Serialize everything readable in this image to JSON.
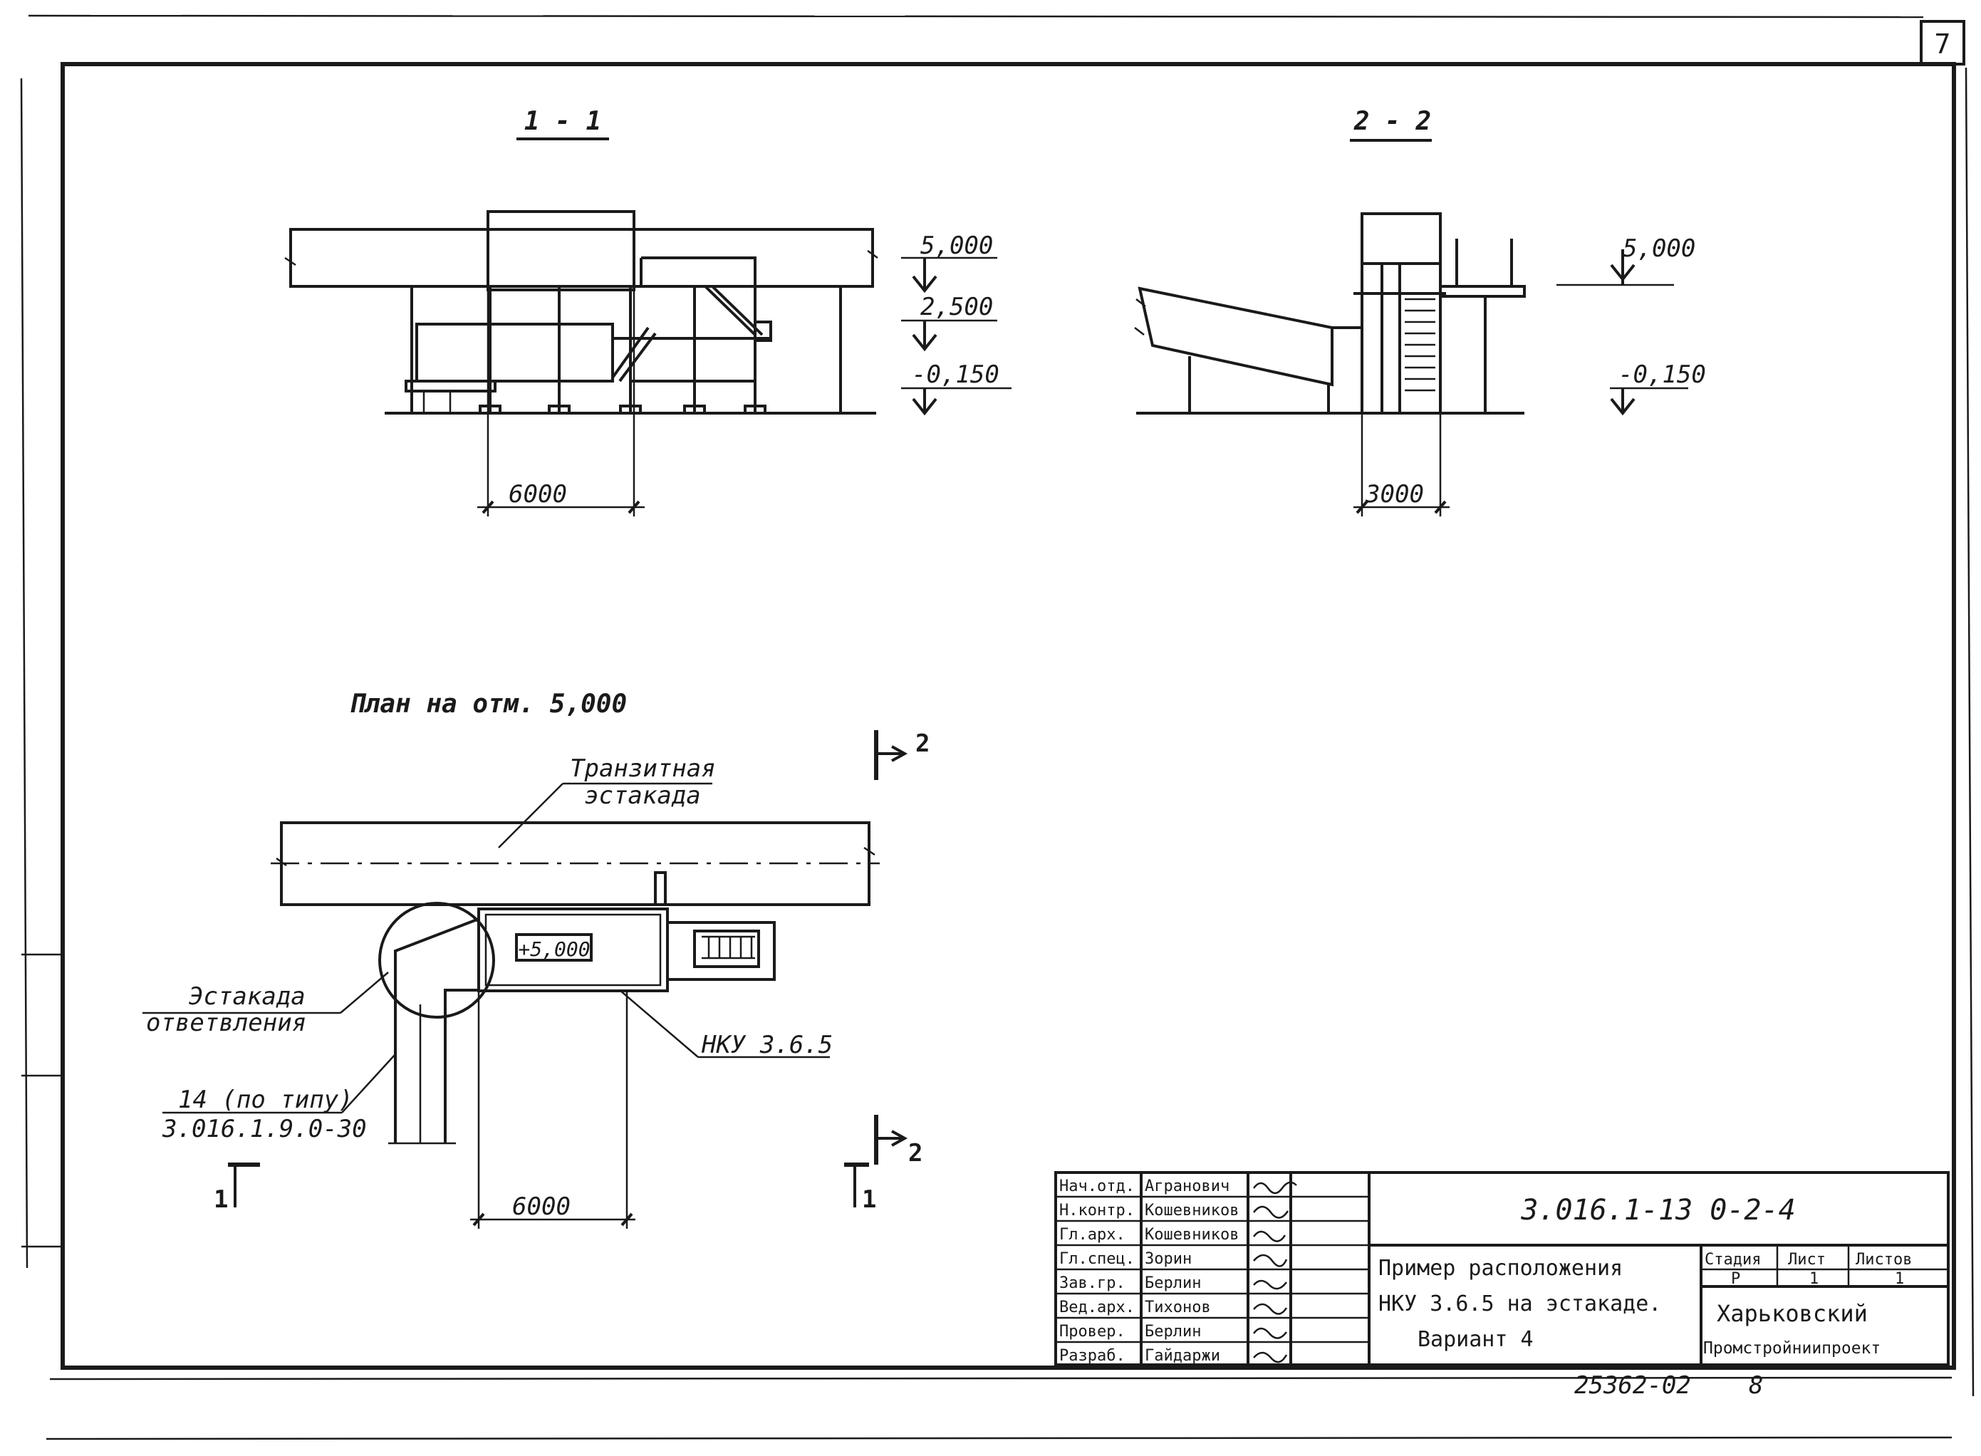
{
  "sheet": {
    "page_corner_number": "7",
    "footer_number": "25362-02",
    "footer_page": "8"
  },
  "section_1": {
    "title": "1 - 1",
    "elev_top": "5,000",
    "elev_mid": "2,500",
    "elev_bottom": "-0,150",
    "dim": "6000",
    "cut_mark": "1"
  },
  "section_2": {
    "title": "2 - 2",
    "elev_top": "5,000",
    "elev_bottom": "-0,150",
    "dim": "3000",
    "cut_mark": "2"
  },
  "plan": {
    "title": "План на отм. 5,000",
    "transit_label_1": "Транзитная",
    "transit_label_2": "эстакада",
    "branch_label_1": "Эстакада",
    "branch_label_2": "ответвления",
    "unit_label": "НКУ 3.6.5",
    "ref_label_1": "14 (по типу)",
    "ref_label_2": "3.016.1.9.0-30",
    "box_elev": "+5,000",
    "dim": "6000"
  },
  "title_block": {
    "rows": [
      {
        "role": "Нач.отд.",
        "name": "Агранович"
      },
      {
        "role": "Н.контр.",
        "name": "Кошевников"
      },
      {
        "role": "Гл.арх.",
        "name": "Кошевников"
      },
      {
        "role": "Гл.спец.",
        "name": "Зорин"
      },
      {
        "role": "Зав.гр.",
        "name": "Берлин"
      },
      {
        "role": "Вед.арх.",
        "name": "Тихонов"
      },
      {
        "role": "Провер.",
        "name": "Берлин"
      },
      {
        "role": "Разраб.",
        "name": "Гайдаржи"
      }
    ],
    "code": "3.016.1-13 0-2-4",
    "description_1": "Пример расположения",
    "description_2": "НКУ 3.6.5 на эстакаде.",
    "description_3": "Вариант 4",
    "col_stage": "Стадия",
    "col_sheet": "Лист",
    "col_sheets": "Листов",
    "stage": "Р",
    "sheet": "1",
    "sheets": "1",
    "org_1": "Харьковский",
    "org_2": "Промстройниипроект"
  }
}
